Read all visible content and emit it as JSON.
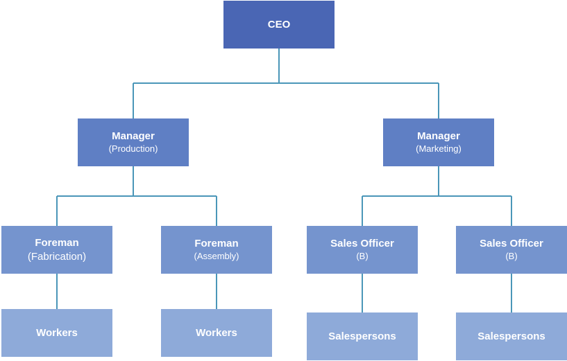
{
  "nodes": {
    "ceo": {
      "title": "CEO"
    },
    "manager_production": {
      "title": "Manager",
      "subtitle": "(Production)"
    },
    "manager_marketing": {
      "title": "Manager",
      "subtitle": "(Marketing)"
    },
    "foreman_fabrication": {
      "title": "Foreman",
      "subtitle": "(Fabrication)"
    },
    "foreman_assembly": {
      "title": "Foreman",
      "subtitle": "(Assembly)"
    },
    "sales_officer_1": {
      "title": "Sales Officer",
      "subtitle": "(B)"
    },
    "sales_officer_2": {
      "title": "Sales Officer",
      "subtitle": "(B)"
    },
    "workers_1": {
      "title": "Workers"
    },
    "workers_2": {
      "title": "Workers"
    },
    "salespersons_1": {
      "title": "Salespersons"
    },
    "salespersons_2": {
      "title": "Salespersons"
    }
  },
  "colors": {
    "level0": "#4a66b4",
    "level1": "#5f7fc4",
    "level2": "#7594ce",
    "level3": "#8eaad9",
    "connector": "#4a96b8"
  }
}
